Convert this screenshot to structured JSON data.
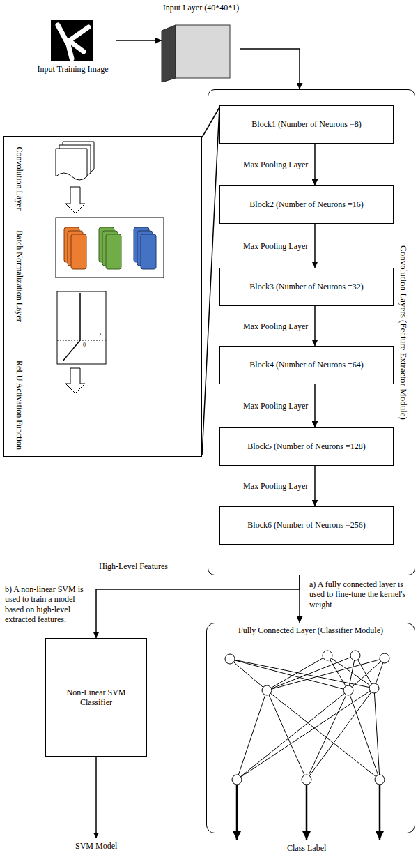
{
  "diagram": {
    "nodes": [
      {
        "text": [
          "Input Training Image"
        ]
      },
      {
        "text": [
          "Input Layer (40*40*1)"
        ]
      },
      {
        "text": [
          "Convolution Layer",
          "Batch Normalization Layer",
          "ReLU Activation Function"
        ]
      },
      {
        "text": [
          "Convolution Layers (Feature Extractor Module)"
        ]
      },
      {
        "text": [
          "Block1 (Number of Neurons =8)"
        ],
        "in": 3
      },
      {
        "text": [
          "Block2 (Number of Neurons =16)"
        ],
        "in": 3
      },
      {
        "text": [
          "Block3 (Number of Neurons =32)"
        ],
        "in": 3
      },
      {
        "text": [
          "Block4 (Number of Neurons =64)"
        ],
        "in": 3
      },
      {
        "text": [
          "Block5 (Number of Neurons =128)"
        ],
        "in": 3
      },
      {
        "text": [
          "Block6 (Number of Neurons =256)"
        ],
        "in": 3
      },
      {
        "text": [
          "Non-Linear SVM Classifier"
        ]
      },
      {
        "text": [
          "Fully Connected Layer (Classifier Module)"
        ]
      }
    ],
    "edges": [
      {
        "from": 0,
        "to": 1,
        "arrow": "to"
      },
      {
        "from": 1,
        "to": 3,
        "arrow": "to"
      },
      {
        "from": 4,
        "to": 5,
        "label": "Max Pooling Layer",
        "arrow": "to"
      },
      {
        "from": 5,
        "to": 6,
        "label": "Max Pooling Layer",
        "arrow": "to"
      },
      {
        "from": 6,
        "to": 7,
        "label": "Max Pooling Layer",
        "arrow": "to"
      },
      {
        "from": 7,
        "to": 8,
        "label": "Max Pooling Layer",
        "arrow": "to"
      },
      {
        "from": 8,
        "to": 9,
        "label": "Max Pooling Layer",
        "arrow": "to"
      },
      {
        "from": 4,
        "to": 2,
        "arrow": "none"
      },
      {
        "from": 3,
        "to": 11,
        "label": "a) A fully connected layer is used to fine-tune the kernel's weight",
        "arrow": "to"
      },
      {
        "from": 3,
        "to": 10,
        "label": "b) A non-linear SVM is used to train a model based on high-level extracted features.",
        "arrow": "to"
      }
    ],
    "labels": [
      "High-Level Features",
      "Class Label",
      "SVM Model",
      "0",
      "x"
    ]
  }
}
